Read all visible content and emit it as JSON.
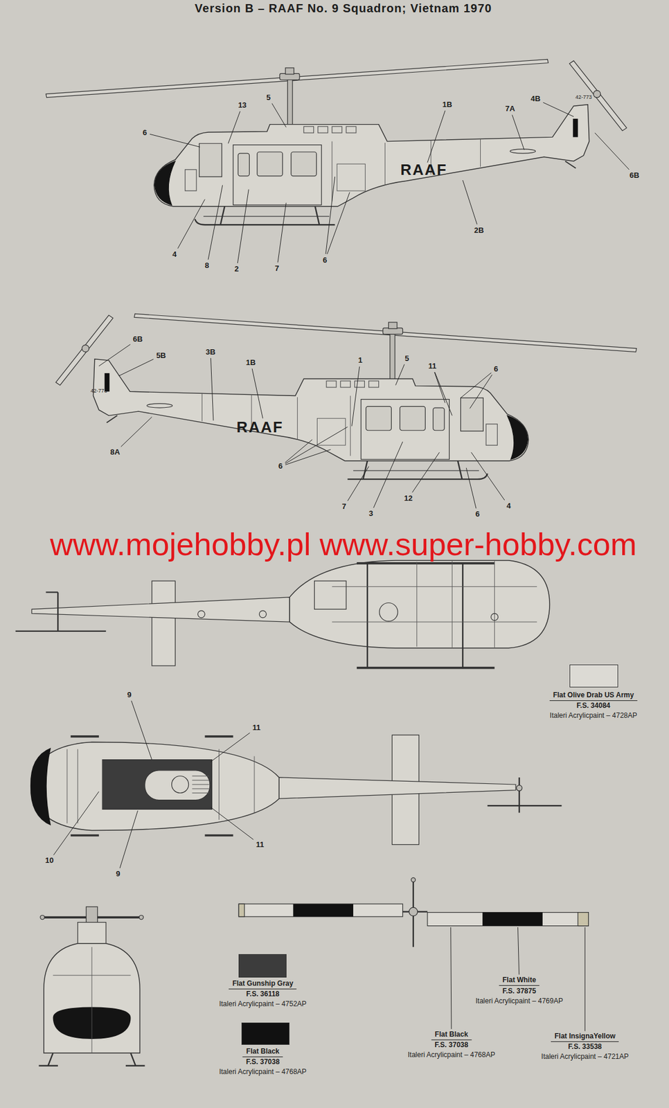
{
  "diagram": {
    "title": "Version B – RAAF No. 9 Squadron; Vietnam 1970",
    "labels": [
      "6",
      "13",
      "5",
      "1B",
      "7A",
      "4B",
      "6B",
      "2B",
      "4",
      "8",
      "2",
      "7",
      "6",
      "RAAF",
      "42-773",
      "6B",
      "5B",
      "3B",
      "1B",
      "1",
      "5",
      "11",
      "6",
      "8A",
      "6",
      "7",
      "3",
      "12",
      "6",
      "4",
      "RAAF",
      "42-773",
      "www.mojehobby.pl www.super-hobby.com",
      "9",
      "11",
      "11",
      "10",
      "9",
      "F.S. 34084",
      "Italeri Acrylicpaint – 4728AP",
      "F.S. 36118",
      "Italeri Acrylicpaint – 4752AP",
      "F.S. 37038",
      "Italeri Acrylicpaint – 4768AP",
      "Flat White",
      "F.S. 37875",
      "Italeri Acrylicpaint – 4769AP",
      "Flat Black",
      "F.S. 37038",
      "Italeri Acrylicpaint – 4768AP",
      "Flat InsignaYellow",
      "F.S. 33538",
      "Italeri Acrylicpaint – 4721AP"
    ],
    "legend": [
      {
        "text": "Flat Olive Drab US Army",
        "color": "#dcdad4"
      },
      {
        "text": "Flat Gunship Gray",
        "color": "#3c3c3c"
      },
      {
        "text": "Flat Black",
        "color": "#111111"
      }
    ]
  }
}
